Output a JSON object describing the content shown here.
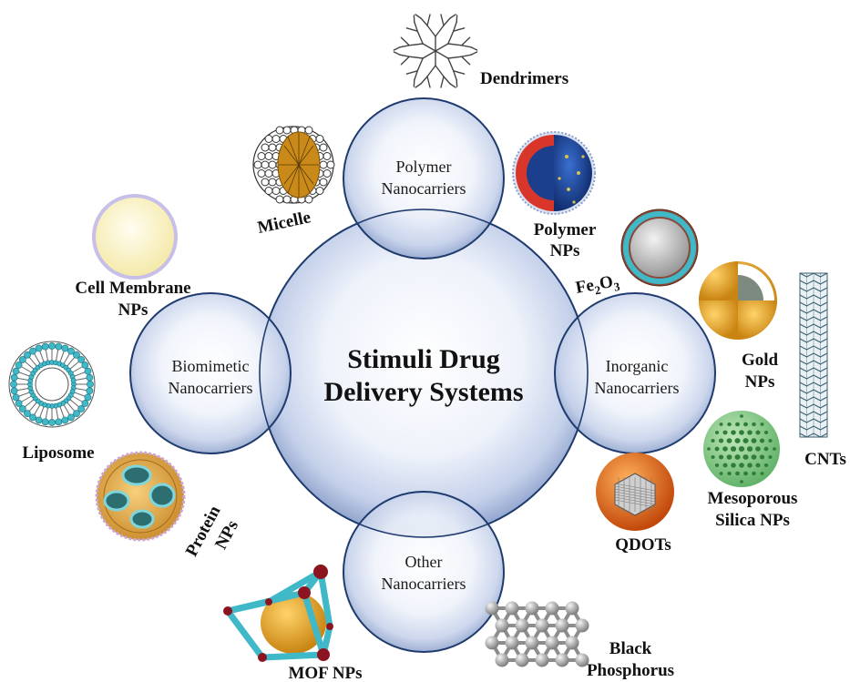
{
  "center": {
    "line1": "Stimuli Drug",
    "line2": "Delivery Systems"
  },
  "categories": {
    "polymer": {
      "line1": "Polymer",
      "line2": "Nanocarriers"
    },
    "biomimetic": {
      "line1": "Biomimetic",
      "line2": "Nanocarriers"
    },
    "inorganic": {
      "line1": "Inorganic",
      "line2": "Nanocarriers"
    },
    "other": {
      "line1": "Other",
      "line2": "Nanocarriers"
    }
  },
  "items": {
    "dendrimers": "Dendrimers",
    "micelle": "Micelle",
    "polymer_nps": {
      "line1": "Polymer",
      "line2": "NPs"
    },
    "cell_membrane_nps": {
      "line1": "Cell Membrane",
      "line2": "NPs"
    },
    "liposome": "Liposome",
    "protein_nps": {
      "line1": "Protein",
      "line2": "NPs"
    },
    "fe2o3": {
      "base": "Fe",
      "sub1": "2",
      "mid": "O",
      "sub2": "3"
    },
    "gold_nps": {
      "line1": "Gold",
      "line2": "NPs"
    },
    "cnts": "CNTs",
    "mesoporous_silica_nps": {
      "line1": "Mesoporous",
      "line2": "Silica NPs"
    },
    "qdots": "QDOTs",
    "mof_nps": "MOF NPs",
    "black_phosphorus": {
      "line1": "Black",
      "line2": "Phosphorus"
    }
  },
  "colors": {
    "bubble_edge": "#1f3b6e",
    "bubble_fill_light": "#f4f7fc",
    "bubble_fill_dark": "#9fb1d6",
    "gold": "#e8a21e",
    "teal": "#3fb8c8",
    "navy": "#1b3f8c",
    "red": "#d9362b",
    "green": "#3c9a4a",
    "orange": "#e46a12",
    "maroon": "#8b1420",
    "gray": "#8c8c8c"
  }
}
